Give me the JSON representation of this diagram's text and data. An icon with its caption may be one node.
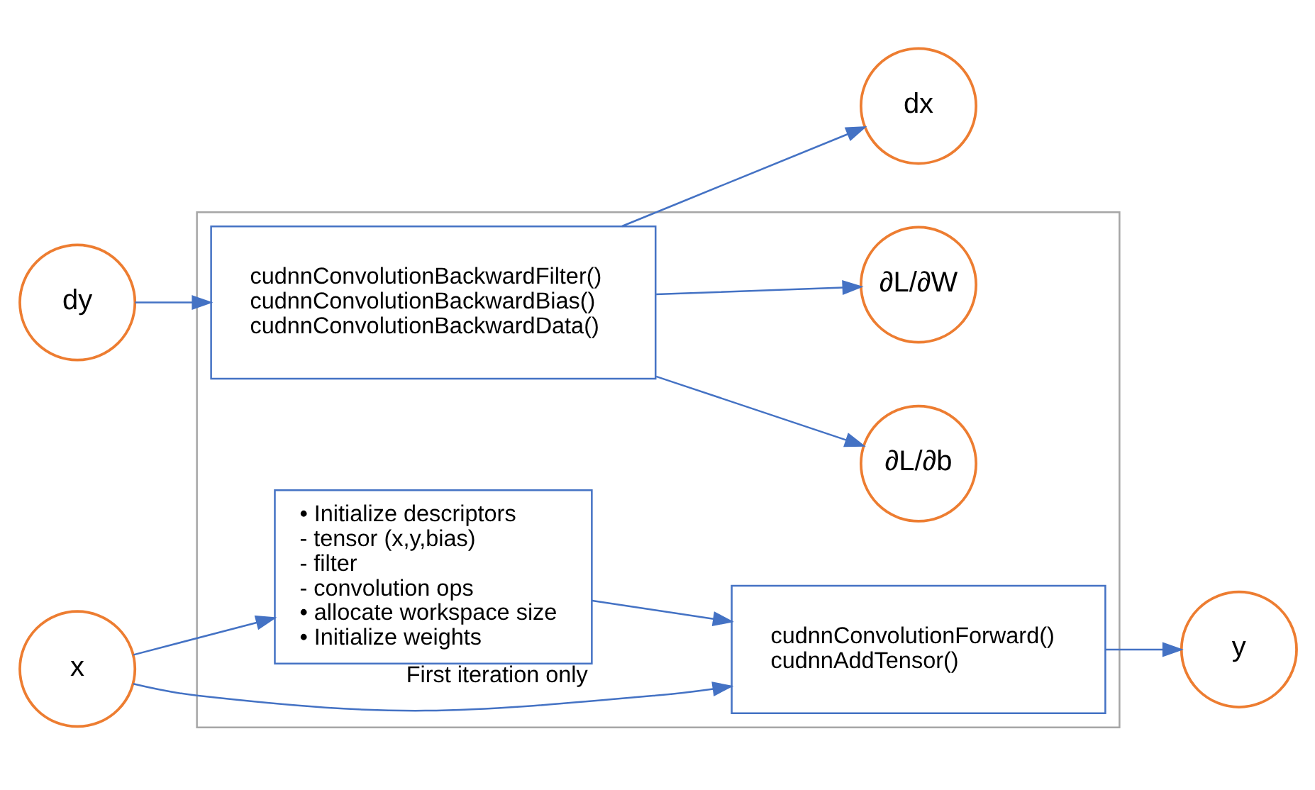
{
  "diagram": {
    "nodes": [
      {
        "text": [],
        "shape": "box"
      },
      {
        "text": [
          "x"
        ]
      },
      {
        "text": [
          "First iteration only",
          "• Initialize descriptors",
          "- tensor (x,y,bias)",
          "- filter",
          "- convolution ops",
          "• allocate workspace size",
          "• Initialize weights"
        ],
        "in": 0
      },
      {
        "text": [
          "cudnnConvolutionForward()",
          "cudnnAddTensor()"
        ],
        "in": 0
      },
      {
        "text": [
          "y"
        ]
      },
      {
        "text": [
          "dx"
        ]
      },
      {
        "text": [
          "cudnnConvolutionBackwardFilter()",
          "cudnnConvolutionBackwardBias()",
          "cudnnConvolutionBackwardData()"
        ],
        "in": 0
      },
      {
        "text": [
          "dy"
        ]
      },
      {
        "text": [
          "∂L/∂W"
        ],
        "in": 0
      },
      {
        "text": [
          "∂L/∂b"
        ],
        "in": 0
      }
    ],
    "edges": [
      {
        "from": 1,
        "to": 2,
        "arrow": "to"
      },
      {
        "from": 1,
        "to": 3,
        "arrow": "to"
      },
      {
        "from": 2,
        "to": 3,
        "arrow": "to"
      },
      {
        "from": 3,
        "to": 4,
        "arrow": "to"
      },
      {
        "from": 7,
        "to": 6,
        "arrow": "to"
      },
      {
        "from": 6,
        "to": 5,
        "arrow": "to"
      },
      {
        "from": 6,
        "to": 8,
        "arrow": "to"
      },
      {
        "from": 6,
        "to": 9,
        "arrow": "to"
      }
    ]
  }
}
